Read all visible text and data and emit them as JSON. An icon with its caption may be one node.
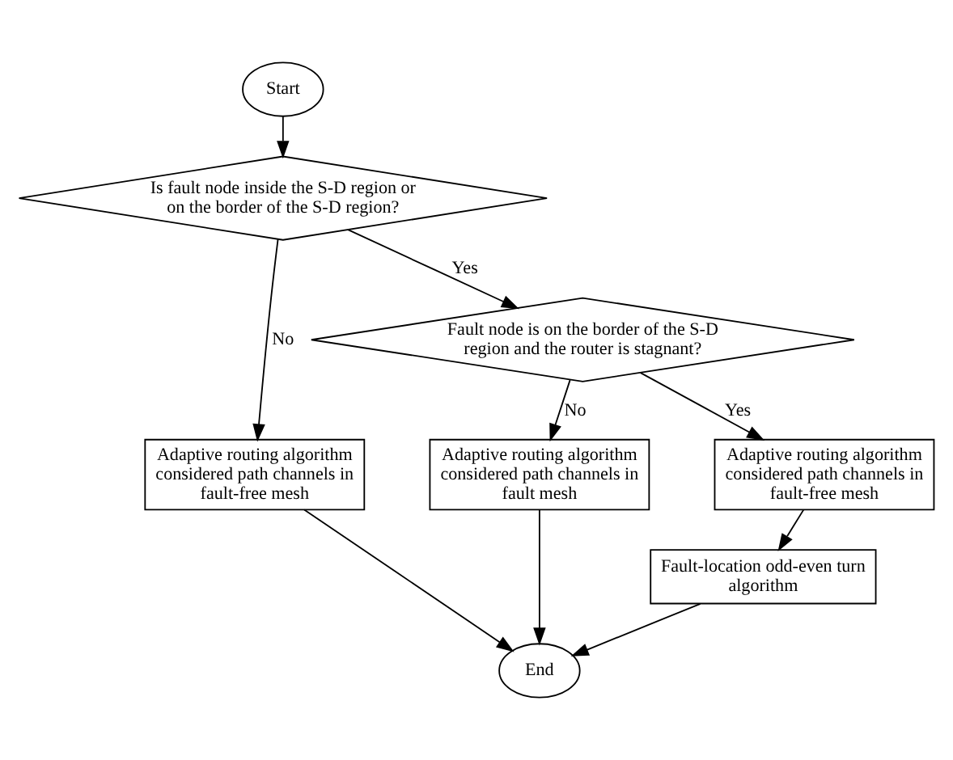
{
  "diagram": {
    "nodes": [
      {
        "text": [
          "Start"
        ]
      },
      {
        "text": [
          "Is fault node inside the S-D region or on the border of the S-D region?"
        ]
      },
      {
        "text": [
          "Fault node is on the border of the S-D region and the router is stagnant?"
        ]
      },
      {
        "text": [
          "Adaptive routing algorithm considered path channels in fault-free mesh"
        ]
      },
      {
        "text": [
          "Adaptive routing algorithm considered path channels in fault mesh"
        ]
      },
      {
        "text": [
          "Adaptive routing algorithm considered path channels in fault-free mesh"
        ]
      },
      {
        "text": [
          "Fault-location odd-even turn algorithm"
        ]
      },
      {
        "text": [
          "End"
        ]
      }
    ],
    "edges": [
      {
        "from": 0,
        "to": 1,
        "arrow": "to"
      },
      {
        "from": 1,
        "to": 3,
        "arrow": "to",
        "label": "No"
      },
      {
        "from": 1,
        "to": 2,
        "arrow": "to",
        "label": "Yes"
      },
      {
        "from": 2,
        "to": 4,
        "arrow": "to",
        "label": "No"
      },
      {
        "from": 2,
        "to": 5,
        "arrow": "to",
        "label": "Yes"
      },
      {
        "from": 5,
        "to": 6,
        "arrow": "to"
      },
      {
        "from": 3,
        "to": 7,
        "arrow": "to"
      },
      {
        "from": 4,
        "to": 7,
        "arrow": "to"
      },
      {
        "from": 6,
        "to": 7,
        "arrow": "to"
      }
    ]
  }
}
